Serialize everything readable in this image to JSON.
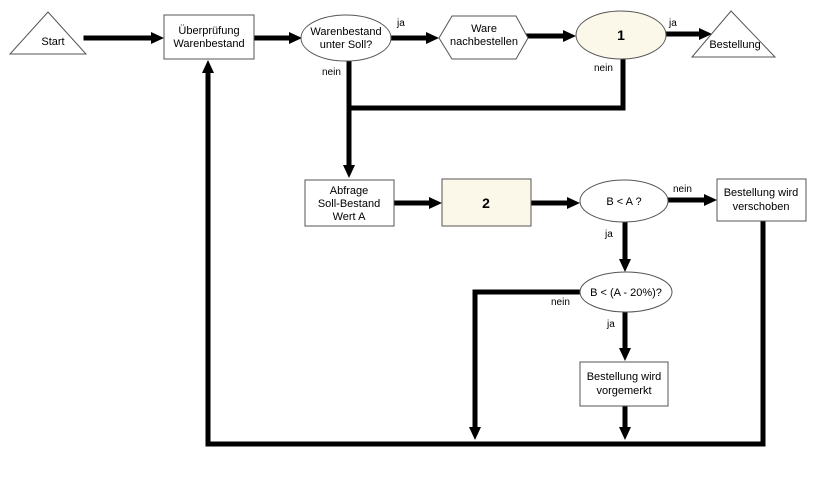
{
  "nodes": {
    "start": "Start",
    "check_stock": [
      "Überprüfung",
      "Warenbestand"
    ],
    "stock_below_target": [
      "Warenbestand",
      "unter Soll?"
    ],
    "reorder_goods": [
      "Ware",
      "nachbestellen"
    ],
    "decision_1": "1",
    "order_end": "Bestellung",
    "query_target": [
      "Abfrage",
      "Soll-Bestand",
      "Wert A"
    ],
    "process_2": "2",
    "b_less_a": "B < A ?",
    "order_postponed": [
      "Bestellung wird",
      "verschoben"
    ],
    "b_less_a_minus_20": "B < (A - 20%)?",
    "order_noted": [
      "Bestellung wird",
      "vorgemerkt"
    ]
  },
  "edge_labels": {
    "yes": "ja",
    "no": "nein"
  },
  "colors": {
    "connector": "#000000",
    "shape_border": "#555555",
    "highlight_fill": "#fbf8e9"
  }
}
